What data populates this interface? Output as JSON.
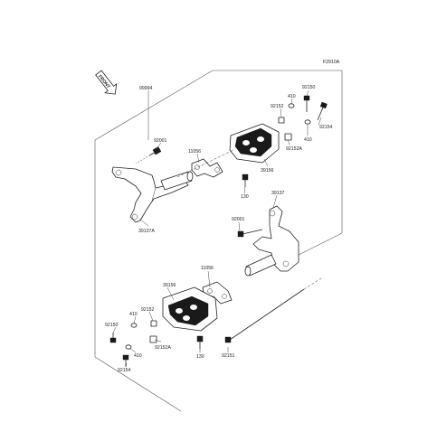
{
  "figure_code": "F2910A",
  "front_label": "FRONT",
  "labels": {
    "l99994": "99994",
    "l92150_top": "92150",
    "l410_top_a": "410",
    "l92152_top": "92152",
    "l92154_top": "92154",
    "l410_top_b": "410",
    "l92152A_top": "92152A",
    "l92001_left": "92001",
    "l11056_top": "11056",
    "l39156_top": "39156",
    "l130_top": "130",
    "l39137A": "39137A",
    "l39137": "39137",
    "l92001_right": "92001",
    "l11056_bottom": "11056",
    "l39156_bottom": "39156",
    "l92152_bottom": "92152",
    "l410_bottom_a": "410",
    "l92150_bottom": "92150",
    "l92152A_bottom": "92152A",
    "l410_bottom_b": "410",
    "l92154_bottom": "92154",
    "l130_bottom": "130",
    "l92151": "92151"
  }
}
